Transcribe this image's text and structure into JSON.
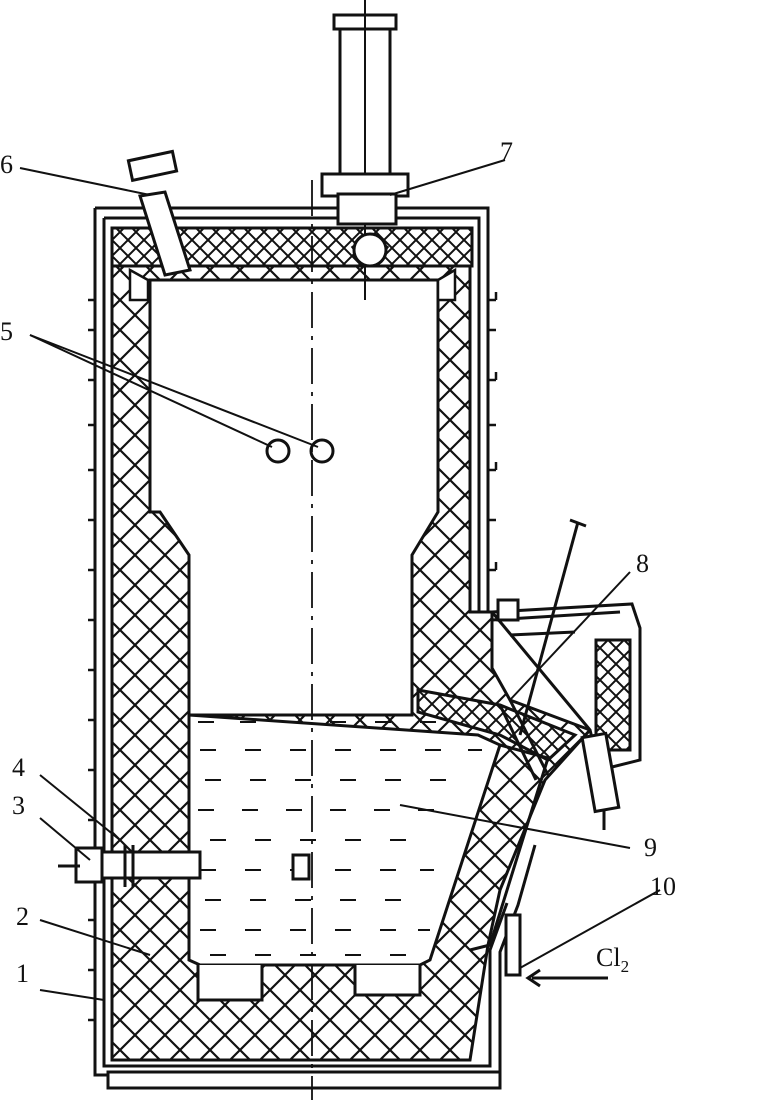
{
  "labels": {
    "l1": "1",
    "l2": "2",
    "l3": "3",
    "l4": "4",
    "l5": "5",
    "l6": "6",
    "l7": "7",
    "l8": "8",
    "l9": "9",
    "l10": "10",
    "cl2_base": "Cl",
    "cl2_sub": "2"
  }
}
